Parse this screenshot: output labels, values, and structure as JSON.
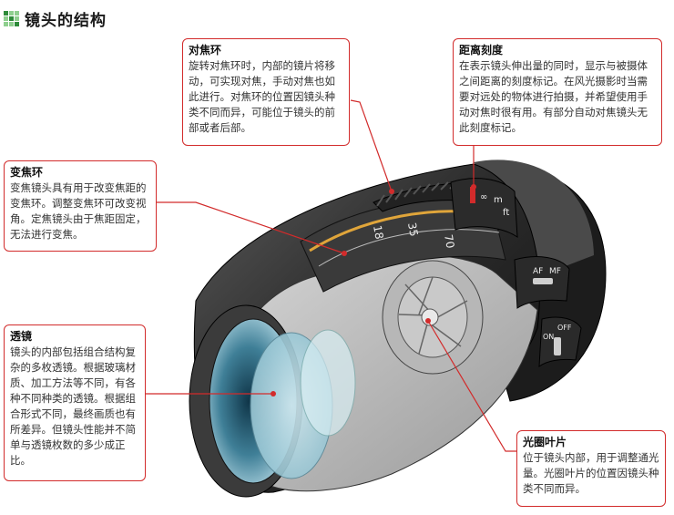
{
  "page": {
    "title": "镜头的结构"
  },
  "colors": {
    "accent": "#d22b2b",
    "brand": "#2e8b3a"
  },
  "callouts": {
    "focus_ring": {
      "title": "对焦环",
      "body": "旋转对焦环时，内部的镜片将移动，可实现对焦，手动对焦也如此进行。对焦环的位置因镜头种类不同而异，可能位于镜头的前部或者后部。"
    },
    "distance_scale": {
      "title": "距离刻度",
      "body": "在表示镜头伸出量的同时，显示与被摄体之间距离的刻度标记。在风光摄影时当需要对远处的物体进行拍摄，并希望使用手动对焦时很有用。有部分自动对焦镜头无此刻度标记。"
    },
    "zoom_ring": {
      "title": "变焦环",
      "body": "变焦镜头具有用于改变焦距的变焦环。调整变焦环可改变视角。定焦镜头由于焦距固定，无法进行变焦。"
    },
    "lens_element": {
      "title": "透镜",
      "body": "镜头的内部包括组合结构复杂的多枚透镜。根据玻璃材质、加工方法等不同，有各种不同种类的透镜。根据组合形式不同，最终画质也有所差异。但镜头性能并不简单与透镜枚数的多少成正比。"
    },
    "aperture_blades": {
      "title": "光圈叶片",
      "body": "位于镜头内部，用于调整通光量。光圈叶片的位置因镜头种类不同而异。"
    }
  },
  "lens_markings": {
    "scale_numbers": [
      "18",
      "35",
      "70"
    ],
    "distance_marks": [
      "∞",
      "m",
      "ft"
    ],
    "af_switch": {
      "top": "AF",
      "bottom": "MF"
    },
    "os_switch": {
      "top": "OFF",
      "bottom": "ON"
    }
  }
}
